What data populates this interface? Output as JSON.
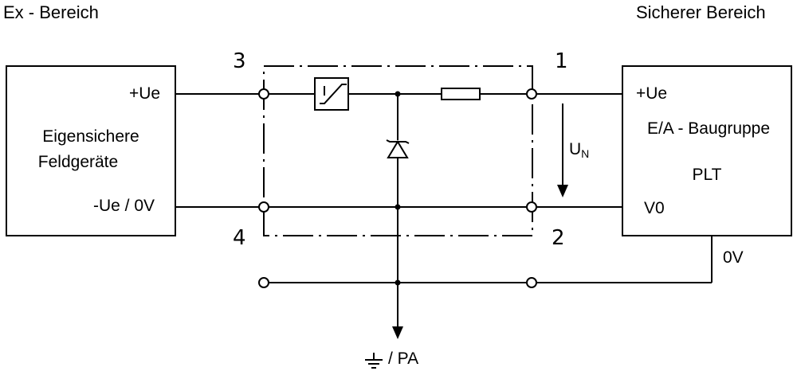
{
  "regions": {
    "left": "Ex - Bereich",
    "right": "Sicherer Bereich"
  },
  "field_device": {
    "line1": "Eigensichere",
    "line2": "Feldgeräte",
    "pin_plus": "+Ue",
    "pin_minus": "-Ue / 0V"
  },
  "io_module": {
    "pin_plus": "+Ue",
    "title": "E/A - Baugruppe",
    "subtitle": "PLT",
    "pin_v0": "V0",
    "ov_label": "0V"
  },
  "terminals": {
    "t1": "1",
    "t2": "2",
    "t3": "3",
    "t4": "4"
  },
  "voltage": {
    "main": "U",
    "sub": "N"
  },
  "ground": {
    "label": "/ PA"
  }
}
